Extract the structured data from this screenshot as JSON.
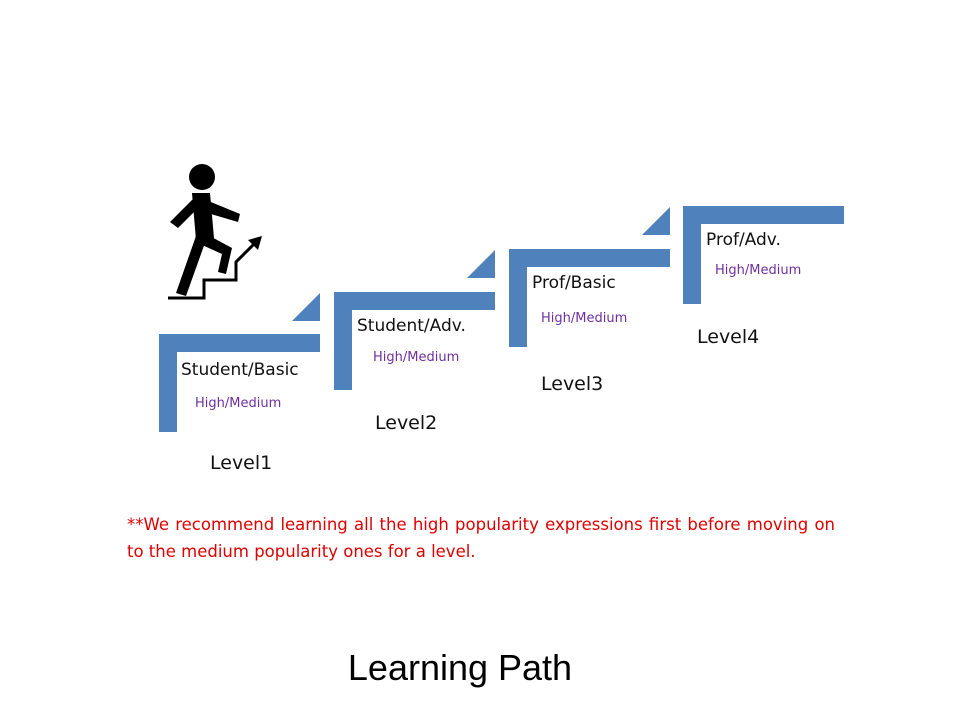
{
  "colors": {
    "step": "#4f81bd",
    "sub_text": "#7030a0",
    "note_text": "#e00000",
    "figure": "#000000"
  },
  "steps": [
    {
      "label": "Student/Basic",
      "sub": "High/Medium",
      "level": "Level1"
    },
    {
      "label": "Student/Adv.",
      "sub": "High/Medium",
      "level": "Level2"
    },
    {
      "label": "Prof/Basic",
      "sub": "High/Medium",
      "level": "Level3"
    },
    {
      "label": "Prof/Adv.",
      "sub": "High/Medium",
      "level": "Level4"
    }
  ],
  "note": "**We recommend learning all the high popularity  expressions first before moving on to the medium popularity ones for a level.",
  "title": "Learning Path"
}
